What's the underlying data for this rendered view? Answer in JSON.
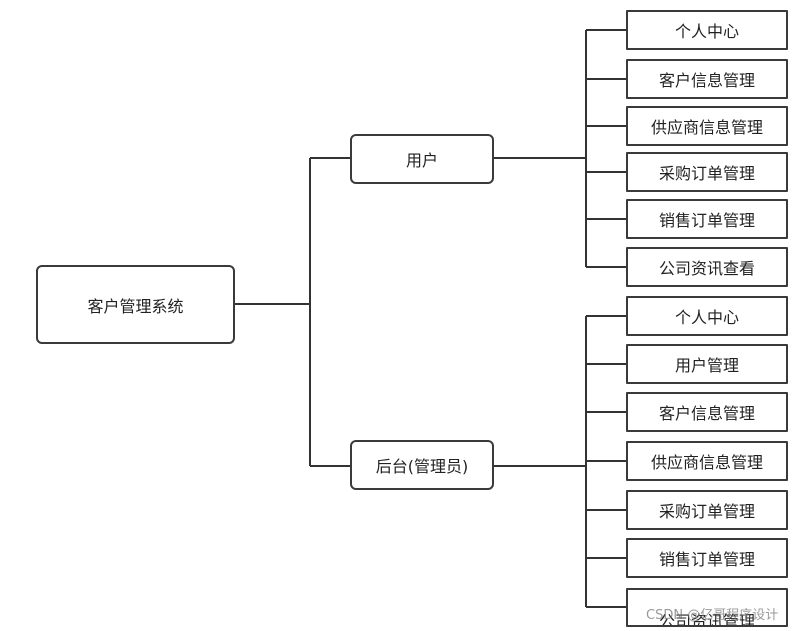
{
  "root": {
    "label": "客户管理系统"
  },
  "branches": [
    {
      "label": "用户",
      "children": [
        "个人中心",
        "客户信息管理",
        "供应商信息管理",
        "采购订单管理",
        "销售订单管理",
        "公司资讯查看"
      ]
    },
    {
      "label": "后台(管理员)",
      "children": [
        "个人中心",
        "用户管理",
        "客户信息管理",
        "供应商信息管理",
        "采购订单管理",
        "销售订单管理",
        "公司资讯管理"
      ]
    }
  ],
  "watermark": "CSDN @亿哥程序设计",
  "colors": {
    "line": "#333333",
    "border": "#3a3a3a",
    "text": "#222222",
    "background": "#ffffff"
  }
}
